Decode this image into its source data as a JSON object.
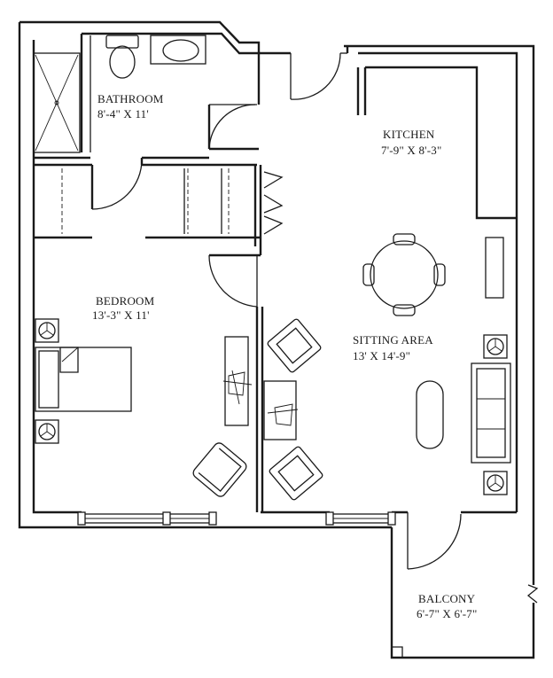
{
  "rooms": {
    "bathroom": {
      "name": "BATHROOM",
      "dims": "8'-4\" X 11'"
    },
    "kitchen": {
      "name": "KITCHEN",
      "dims": "7'-9\" X 8'-3\""
    },
    "bedroom": {
      "name": "BEDROOM",
      "dims": "13'-3\" X 11'"
    },
    "sitting_area": {
      "name": "SITTING AREA",
      "dims": "13' X 14'-9\""
    },
    "balcony": {
      "name": "BALCONY",
      "dims": "6'-7\" X 6'-7\""
    }
  },
  "colors": {
    "line": "#1a1a1a",
    "paper": "#ffffff"
  }
}
